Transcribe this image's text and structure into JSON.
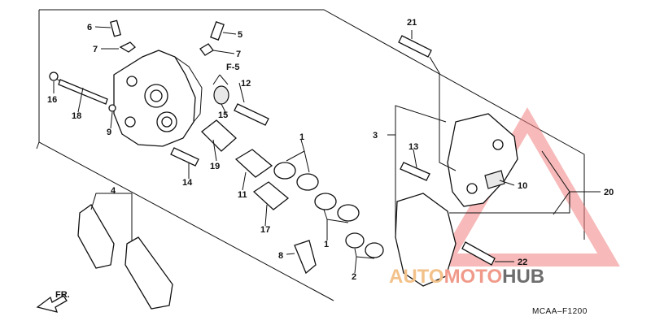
{
  "callouts": {
    "c1a": "1",
    "c1b": "1",
    "c2": "2",
    "c3": "3",
    "c4": "4",
    "c5": "5",
    "c6": "6",
    "c7a": "7",
    "c7b": "7",
    "c8": "8",
    "c9": "9",
    "c10": "10",
    "c11": "11",
    "c12": "12",
    "c13": "13",
    "c14": "14",
    "c15": "15",
    "c16": "16",
    "c17": "17",
    "c18": "18",
    "c19": "19",
    "c20": "20",
    "c21": "21",
    "c22": "22"
  },
  "ref_label": "F-5",
  "direction_label": "FR.",
  "diagram_code": "MCAA–F1200",
  "watermark": {
    "part_a": "AUTO",
    "part_b": "MOTO",
    "part_c": "HUB"
  },
  "colors": {
    "line": "#111111",
    "watermark_triangle": "#f08080",
    "watermark_auto": "#f2c28a",
    "watermark_hub": "#6e6e6e"
  }
}
